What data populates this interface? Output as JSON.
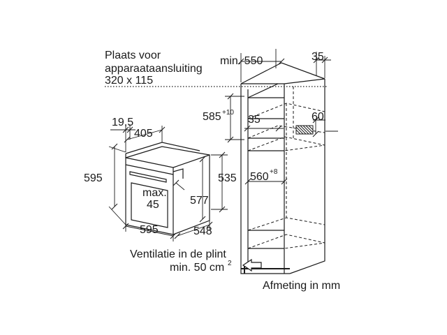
{
  "labels": {
    "connection_line1": "Plaats voor",
    "connection_line2": "apparaataansluiting",
    "connection_size": "320 x 115",
    "min550": "min. 550",
    "d35_top": "35",
    "d585": "585",
    "d585_sup": "+10",
    "d35_mid": "35",
    "d60": "60",
    "d560": "560",
    "d560_sup": "+8",
    "d19_5": "19,5",
    "d405": "405",
    "d595_left": "595",
    "d535": "535",
    "max": "max.",
    "d45": "45",
    "d577": "577",
    "d595_bottom": "595",
    "d548": "548",
    "ventilation_line1": "Ventilatie in de plint",
    "ventilation_line2": "min. 50 cm",
    "ventilation_sup": "2",
    "unit_note": "Afmeting in mm"
  }
}
